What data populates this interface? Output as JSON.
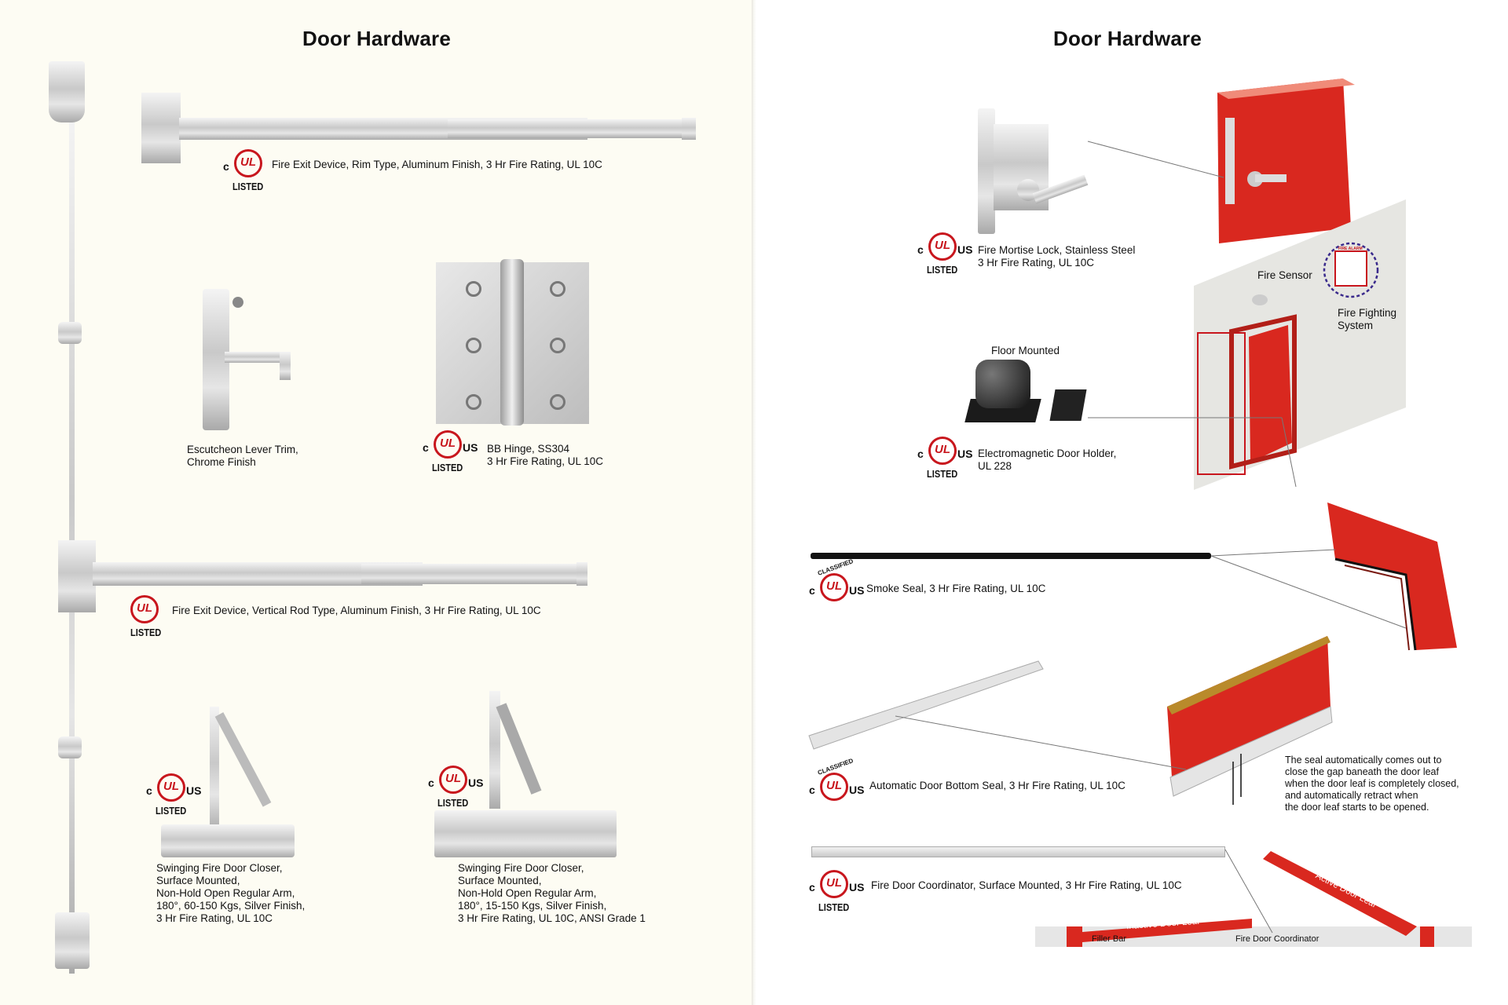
{
  "left_page": {
    "title": "Door Hardware",
    "ul": {
      "c": "c",
      "ul": "UL",
      "us": "US",
      "listed": "LISTED",
      "classified": "CLASSIFIED"
    },
    "captions": {
      "rim_exit": "Fire Exit Device, Rim Type, Aluminum Finish, 3 Hr Fire Rating, UL 10C",
      "lever_trim": "Escutcheon Lever Trim,\nChrome Finish",
      "hinge": "BB Hinge, SS304\n3 Hr Fire Rating, UL 10C",
      "vertical_exit": "Fire Exit Device, Vertical Rod Type, Aluminum Finish, 3 Hr Fire Rating, UL 10C",
      "closer_1": "Swinging Fire Door Closer,\nSurface Mounted,\nNon-Hold Open Regular Arm,\n180°, 60-150 Kgs, Silver Finish,\n3 Hr Fire Rating, UL 10C",
      "closer_2": "Swinging Fire Door Closer,\nSurface Mounted,\nNon-Hold Open Regular Arm,\n180°, 15-150 Kgs, Silver Finish,\n3 Hr Fire Rating, UL 10C, ANSI Grade 1"
    }
  },
  "right_page": {
    "title": "Door Hardware",
    "captions": {
      "mortise_lock": "Fire Mortise Lock, Stainless Steel\n3 Hr Fire Rating, UL 10C",
      "floor_mounted": "Floor Mounted",
      "door_holder": "Electromagnetic Door Holder,\nUL 228",
      "fire_sensor": "Fire Sensor",
      "fire_fighting": "Fire Fighting\nSystem",
      "fire_alarm": "FIRE ALARM",
      "smoke_seal": "Smoke Seal, 3 Hr Fire Rating, UL 10C",
      "bottom_seal": "Automatic Door Bottom Seal, 3 Hr Fire Rating, UL 10C",
      "seal_note": "The seal automatically comes out to\nclose the gap baneath the door leaf\nwhen the door leaf is completely closed,\nand automatically retract when\nthe door leaf starts to be opened.",
      "coordinator": "Fire Door Coordinator, Surface Mounted, 3 Hr Fire Rating, UL 10C",
      "inactive_leaf": "Inactive Door Leaf",
      "active_leaf": "Active Door Leaf",
      "filler_bar": "Filler Bar",
      "coordinator_label": "Fire Door Coordinator"
    }
  },
  "colors": {
    "ul_red": "#c8161d",
    "door_red": "#d9281f",
    "paper_left": "#fdfcf3"
  },
  "icons": [
    "ul-listed-mark",
    "exit-device",
    "hinge",
    "lever-trim",
    "door-closer",
    "mortise-lock",
    "door-holder",
    "fire-alarm"
  ]
}
